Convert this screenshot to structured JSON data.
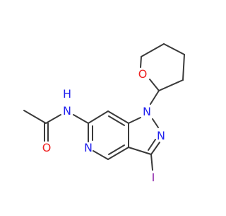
{
  "molecule": {
    "atom_labels": {
      "nh": "N",
      "h": "H",
      "o_carbonyl": "O",
      "n_pyridine": "N",
      "n1": "N",
      "n2": "N",
      "iodine": "I",
      "o_ring": "O"
    },
    "colors": {
      "bond": "#3a3a3a",
      "nitrogen": "#2222ee",
      "oxygen": "#ee2222",
      "iodine": "#8b1fa8",
      "background": "#ffffff"
    }
  }
}
